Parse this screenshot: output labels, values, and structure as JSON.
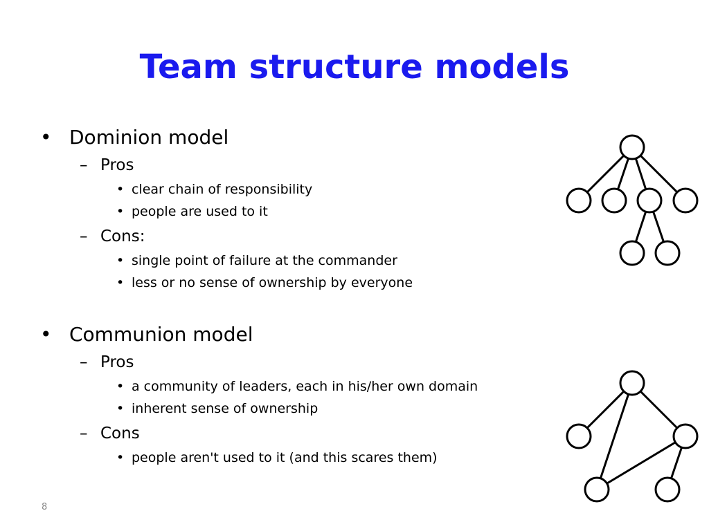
{
  "slide": {
    "title": "Team structure models",
    "title_color": "#1a1aee",
    "bullet_symbol": "•",
    "dash_symbol": "–",
    "page_number": "8",
    "sections": [
      {
        "heading": "Dominion model",
        "pros_label": "Pros",
        "pros": [
          "clear chain of responsibility",
          "people are used to it"
        ],
        "cons_label": "Cons:",
        "cons": [
          "single point of failure at the commander",
          "less or no sense of ownership by everyone"
        ]
      },
      {
        "heading": "Communion model",
        "pros_label": "Pros",
        "pros": [
          "a community of leaders, each in his/her own domain",
          "inherent sense of ownership"
        ],
        "cons_label": "Cons",
        "cons": [
          "people aren't used to it (and this scares them)"
        ]
      }
    ]
  }
}
